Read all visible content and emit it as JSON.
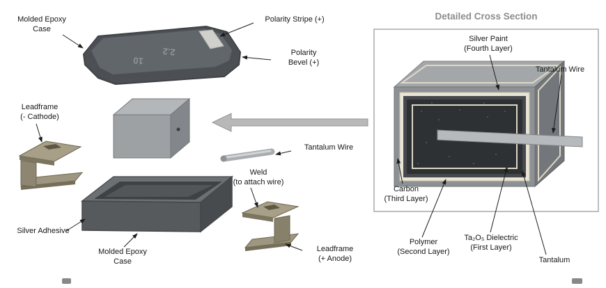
{
  "figure": {
    "type": "exploded-diagram",
    "subject": "Tantalum capacitor construction"
  },
  "exploded_labels": {
    "molded_epoxy_top": [
      "Molded Epoxy",
      "Case"
    ],
    "polarity_stripe": [
      "Polarity Stripe (+)"
    ],
    "polarity_bevel": [
      "Polarity",
      "Bevel (+)"
    ],
    "leadframe_cathode": [
      "Leadframe",
      "(- Cathode)"
    ],
    "tantalum_wire": [
      "Tantalum Wire"
    ],
    "weld": [
      "Weld",
      "(to attach wire)"
    ],
    "silver_adhesive": [
      "Silver Adhesive"
    ],
    "molded_epoxy_bottom": [
      "Molded Epoxy",
      "Case"
    ],
    "leadframe_anode": [
      "Leadframe",
      "(+ Anode)"
    ]
  },
  "case_markings": [
    "2.2",
    "10"
  ],
  "cross_section": {
    "title": "Detailed Cross Section",
    "labels": {
      "silver_paint": [
        "Silver Paint",
        "(Fourth Layer)"
      ],
      "tantalum_wire": [
        "Tantalum Wire"
      ],
      "carbon": [
        "Carbon",
        "(Third Layer)"
      ],
      "polymer": [
        "Polymer",
        "(Second Layer)"
      ],
      "ta2o5_dielectric": [
        "Ta₂O₅ Dielectric",
        "(First Layer)"
      ],
      "tantalum": [
        "Tantalum"
      ]
    }
  },
  "colors": {
    "epoxy_case": "#4c5054",
    "anode_slug": "#9ea1a4",
    "leadframe_metal": "#a89f88",
    "polarity_stripe": "#d0d0cc",
    "cream_layer": "#e8e4d6",
    "core_dark": "#2e3134",
    "wire_gray": "#b7babc",
    "panel_title": "#8c8c8c"
  }
}
